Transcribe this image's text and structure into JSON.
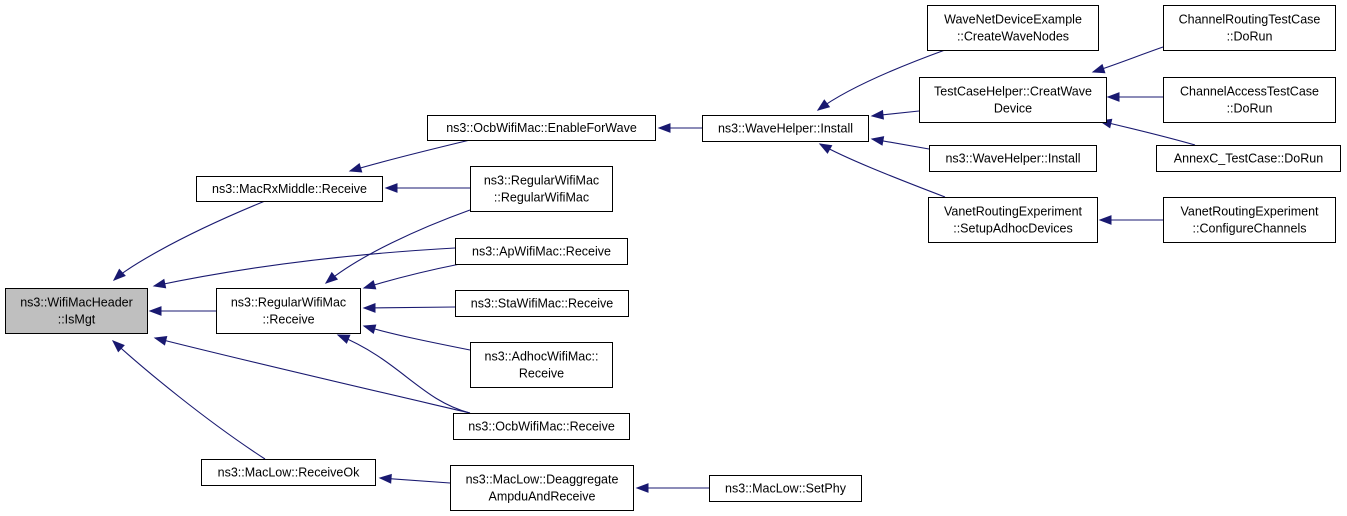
{
  "diagram": {
    "type": "call-graph",
    "nodes": [
      {
        "id": "ismgt",
        "lines": [
          "ns3::WifiMacHeader",
          "::IsMgt"
        ],
        "highlighted": true
      },
      {
        "id": "macrxmiddle_receive",
        "lines": [
          "ns3::MacRxMiddle::Receive"
        ]
      },
      {
        "id": "regularwifimac_receive",
        "lines": [
          "ns3::RegularWifiMac",
          "::Receive"
        ]
      },
      {
        "id": "maclow_receiveok",
        "lines": [
          "ns3::MacLow::ReceiveOk"
        ]
      },
      {
        "id": "ocbwifimac_enableforwave",
        "lines": [
          "ns3::OcbWifiMac::EnableForWave"
        ]
      },
      {
        "id": "regularwifimac_ctor",
        "lines": [
          "ns3::RegularWifiMac",
          "::RegularWifiMac"
        ]
      },
      {
        "id": "apwifimac_receive",
        "lines": [
          "ns3::ApWifiMac::Receive"
        ]
      },
      {
        "id": "stawifimac_receive",
        "lines": [
          "ns3::StaWifiMac::Receive"
        ]
      },
      {
        "id": "adhocwifimac_receive",
        "lines": [
          "ns3::AdhocWifiMac::",
          "Receive"
        ]
      },
      {
        "id": "ocbwifimac_receive",
        "lines": [
          "ns3::OcbWifiMac::Receive"
        ]
      },
      {
        "id": "maclow_deaggregate",
        "lines": [
          "ns3::MacLow::Deaggregate",
          "AmpduAndReceive"
        ]
      },
      {
        "id": "wavehelper_install",
        "lines": [
          "ns3::WaveHelper::Install"
        ]
      },
      {
        "id": "maclow_setphy",
        "lines": [
          "ns3::MacLow::SetPhy"
        ]
      },
      {
        "id": "wavenetdevice_createwavenodes",
        "lines": [
          "WaveNetDeviceExample",
          "::CreateWaveNodes"
        ]
      },
      {
        "id": "testcasehelper_creatwavedevice",
        "lines": [
          "TestCaseHelper::CreatWave",
          "Device"
        ]
      },
      {
        "id": "wavehelper_install2",
        "lines": [
          "ns3::WaveHelper::Install"
        ]
      },
      {
        "id": "vanet_setupadhocdevices",
        "lines": [
          "VanetRoutingExperiment",
          "::SetupAdhocDevices"
        ]
      },
      {
        "id": "channelrouting_dorun",
        "lines": [
          "ChannelRoutingTestCase",
          "::DoRun"
        ]
      },
      {
        "id": "channelaccess_dorun",
        "lines": [
          "ChannelAccessTestCase",
          "::DoRun"
        ]
      },
      {
        "id": "annexc_dorun",
        "lines": [
          "AnnexC_TestCase::DoRun"
        ]
      },
      {
        "id": "vanet_configurechannels",
        "lines": [
          "VanetRoutingExperiment",
          "::ConfigureChannels"
        ]
      }
    ],
    "edges": [
      {
        "from": "macrxmiddle_receive",
        "to": "ismgt"
      },
      {
        "from": "regularwifimac_receive",
        "to": "ismgt"
      },
      {
        "from": "maclow_receiveok",
        "to": "ismgt"
      },
      {
        "from": "apwifimac_receive",
        "to": "ismgt"
      },
      {
        "from": "ocbwifimac_receive",
        "to": "ismgt"
      },
      {
        "from": "ocbwifimac_enableforwave",
        "to": "macrxmiddle_receive"
      },
      {
        "from": "regularwifimac_ctor",
        "to": "macrxmiddle_receive"
      },
      {
        "from": "regularwifimac_ctor",
        "to": "regularwifimac_receive"
      },
      {
        "from": "apwifimac_receive",
        "to": "regularwifimac_receive"
      },
      {
        "from": "stawifimac_receive",
        "to": "regularwifimac_receive"
      },
      {
        "from": "adhocwifimac_receive",
        "to": "regularwifimac_receive"
      },
      {
        "from": "ocbwifimac_receive",
        "to": "regularwifimac_receive"
      },
      {
        "from": "maclow_deaggregate",
        "to": "maclow_receiveok"
      },
      {
        "from": "wavehelper_install",
        "to": "ocbwifimac_enableforwave"
      },
      {
        "from": "maclow_setphy",
        "to": "maclow_deaggregate"
      },
      {
        "from": "wavenetdevice_createwavenodes",
        "to": "wavehelper_install"
      },
      {
        "from": "testcasehelper_creatwavedevice",
        "to": "wavehelper_install"
      },
      {
        "from": "wavehelper_install2",
        "to": "wavehelper_install"
      },
      {
        "from": "vanet_setupadhocdevices",
        "to": "wavehelper_install"
      },
      {
        "from": "channelrouting_dorun",
        "to": "testcasehelper_creatwavedevice"
      },
      {
        "from": "channelaccess_dorun",
        "to": "testcasehelper_creatwavedevice"
      },
      {
        "from": "annexc_dorun",
        "to": "testcasehelper_creatwavedevice"
      },
      {
        "from": "vanet_configurechannels",
        "to": "vanet_setupadhocdevices"
      }
    ]
  },
  "colors": {
    "edge": "#191970",
    "root_fill": "#bfbfbf",
    "node_fill": "#ffffff",
    "node_border": "#000000"
  }
}
